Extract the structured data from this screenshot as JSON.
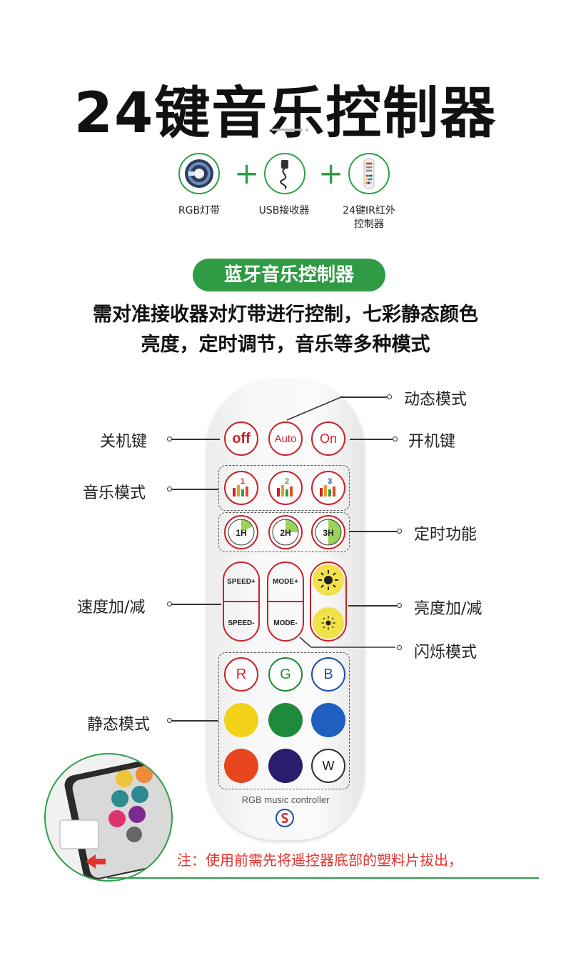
{
  "header": {
    "title": "24键音乐控制器"
  },
  "components": [
    {
      "label": "RGB灯带",
      "icon": "led-strip-icon"
    },
    {
      "label": "USB接收器",
      "icon": "usb-receiver-icon"
    },
    {
      "label_line1": "24键IR红外",
      "label_line2": "控制器",
      "icon": "ir-remote-icon"
    }
  ],
  "plus_symbol": "+",
  "section": {
    "pill": "蓝牙音乐控制器",
    "desc_line1": "需对准接收器对灯带进行控制，七彩静态颜色",
    "desc_line2": "亮度，定时调节，音乐等多种模式"
  },
  "remote": {
    "buttons": {
      "off": "off",
      "auto": "Auto",
      "on": "On",
      "music": [
        "1",
        "2",
        "3"
      ],
      "timer": [
        "1H",
        "2H",
        "3H"
      ],
      "speed_up": "SPEED+",
      "speed_down": "SPEED-",
      "mode_up": "MODE+",
      "mode_down": "MODE-",
      "r": "R",
      "g": "G",
      "b": "B",
      "w": "W"
    },
    "brand": "RGB music controller",
    "colors": {
      "red": "#d7282f",
      "green": "#1f8a3b",
      "blue": "#1f4fa8",
      "yellow": "#f3d21a",
      "orange": "#e8461e",
      "indigo": "#2b1d6e"
    }
  },
  "labels": {
    "dynamic": "动态模式",
    "power_off": "关机键",
    "power_on": "开机键",
    "music_mode": "音乐模式",
    "timer": "定时功能",
    "speed": "速度加/减",
    "brightness": "亮度加/减",
    "flash": "闪烁模式",
    "static": "静态模式"
  },
  "note": "注：使用前需先将遥控器底部的塑料片拔出，"
}
